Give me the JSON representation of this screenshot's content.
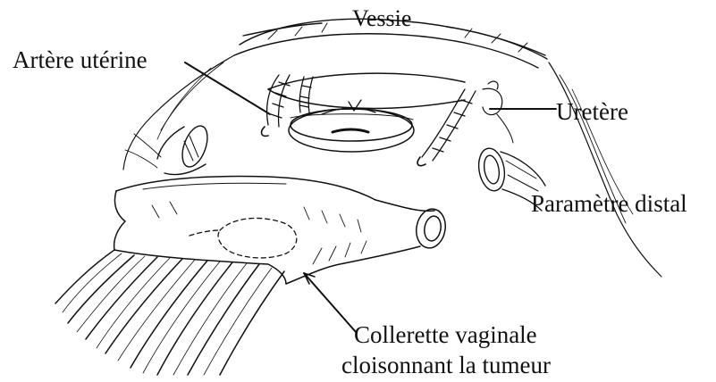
{
  "labels": {
    "vessie": "Vessie",
    "artere": "Artère utérine",
    "uretere": "Uretère",
    "parametre": "Paramètre distal",
    "collerette_line1": "Collerette vaginale",
    "collerette_line2": "cloisonnant la tumeur"
  },
  "colors": {
    "ink": "#111111",
    "paper": "#ffffff"
  }
}
